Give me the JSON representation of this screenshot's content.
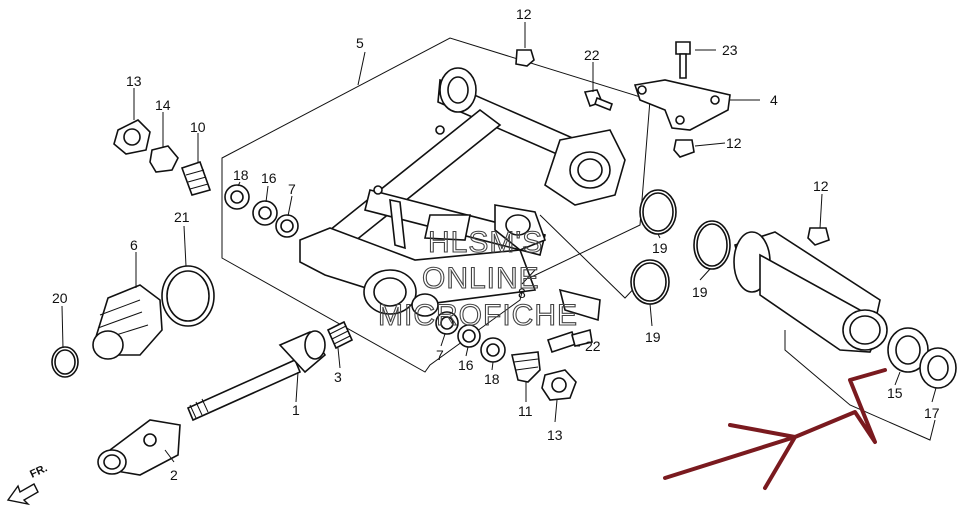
{
  "watermark": {
    "line1": "HLSM'S",
    "line2": "ONLINE",
    "line3": "MICROFICHE"
  },
  "direction_label": "FR.",
  "callouts": [
    "1",
    "2",
    "3",
    "4",
    "5",
    "6",
    "7",
    "7",
    "8",
    "10",
    "11",
    "12",
    "12",
    "12",
    "13",
    "13",
    "14",
    "15",
    "16",
    "16",
    "17",
    "18",
    "18",
    "19",
    "19",
    "19",
    "20",
    "21",
    "22",
    "22",
    "23"
  ],
  "colors": {
    "line": "#111111",
    "annotation_arrow": "#7a1a1f",
    "watermark": "#444444",
    "background": "#ffffff"
  }
}
